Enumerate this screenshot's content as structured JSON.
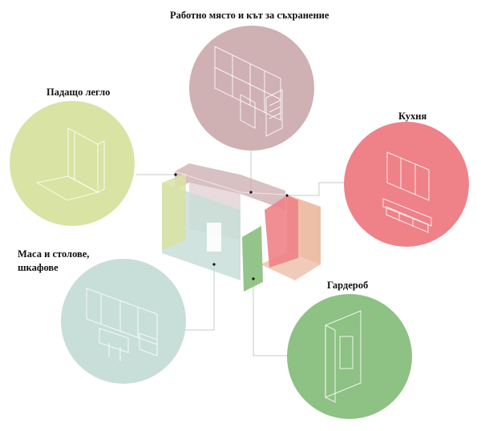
{
  "zones": [
    {
      "id": "workplace",
      "label": "Работно място и кът за съхранение",
      "color": "#cfb0b3"
    },
    {
      "id": "bed",
      "label": "Падащо легло",
      "color": "#d9e3a3"
    },
    {
      "id": "kitchen",
      "label": "Кухня",
      "color": "#ee8288"
    },
    {
      "id": "table",
      "label_line1": "Маса и столове,",
      "label_line2": "шкафове",
      "color": "#c8ded8"
    },
    {
      "id": "wardrobe",
      "label": "Гардероб",
      "color": "#8ec184"
    }
  ],
  "colors": {
    "leader_line": "#c8c8c8",
    "dot": "#111111",
    "side_panel": "#e8a98a"
  }
}
